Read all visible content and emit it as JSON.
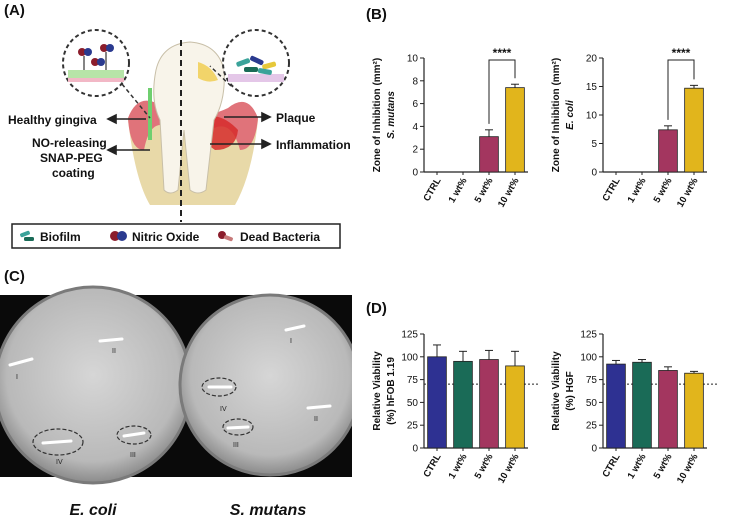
{
  "panels": {
    "a": "(A)",
    "b": "(B)",
    "c": "(C)",
    "d": "(D)"
  },
  "schematic": {
    "healthy_gingiva": "Healthy gingiva",
    "coating_line1": "NO-releasing",
    "coating_line2": "SNAP-PEG",
    "coating_line3": "coating",
    "plaque": "Plaque",
    "inflammation": "Inflammation",
    "legend": {
      "biofilm": "Biofilm",
      "nitric_oxide": "Nitric Oxide",
      "dead_bacteria": "Dead Bacteria"
    }
  },
  "plates": {
    "left_caption": "E. coli",
    "right_caption": "S. mutans",
    "left_marks": [
      "I",
      "II",
      "III",
      "IV"
    ],
    "right_marks": [
      "I",
      "II",
      "III",
      "IV"
    ]
  },
  "colors": {
    "ctrl": "#2e3192",
    "wt1": "#1a6b57",
    "wt5": "#a3365f",
    "wt10": "#e1b51c"
  },
  "chart_data": [
    {
      "type": "bar",
      "id": "b1",
      "categories": [
        "CTRL",
        "1 wt%",
        "5 wt%",
        "10 wt%"
      ],
      "values": [
        0,
        0,
        3.1,
        7.4
      ],
      "errors": [
        0,
        0,
        0.6,
        0.3
      ],
      "ylabel_line1": "Zone of Inhibition (mm²)",
      "ylabel_line2": "S. mutans",
      "ylim": [
        0,
        10
      ],
      "yticks": [
        0,
        2,
        4,
        6,
        8,
        10
      ],
      "significance": {
        "from": 2,
        "to": 3,
        "label": "****"
      }
    },
    {
      "type": "bar",
      "id": "b2",
      "categories": [
        "CTRL",
        "1 wt%",
        "5 wt%",
        "10 wt%"
      ],
      "values": [
        0,
        0,
        7.4,
        14.7
      ],
      "errors": [
        0,
        0,
        0.7,
        0.5
      ],
      "ylabel_line1": "Zone of Inhibition (mm²)",
      "ylabel_line2": "E. coli",
      "ylim": [
        0,
        20
      ],
      "yticks": [
        0,
        5,
        10,
        15,
        20
      ],
      "significance": {
        "from": 2,
        "to": 3,
        "label": "****"
      }
    },
    {
      "type": "bar",
      "id": "d1",
      "categories": [
        "CTRL",
        "1 wt%",
        "5 wt%",
        "10 wt%"
      ],
      "values": [
        100,
        95,
        97,
        90
      ],
      "errors": [
        13,
        11,
        10,
        16
      ],
      "ylabel_line1": "Relative Viability",
      "ylabel_line2": "(%) hFOB 1.19",
      "ylim": [
        0,
        125
      ],
      "yticks": [
        0,
        25,
        50,
        75,
        100,
        125
      ],
      "reference_line": 70
    },
    {
      "type": "bar",
      "id": "d2",
      "categories": [
        "CTRL",
        "1 wt%",
        "5 wt%",
        "10 wt%"
      ],
      "values": [
        92,
        94,
        85,
        82
      ],
      "errors": [
        4,
        3,
        4,
        2
      ],
      "ylabel_line1": "Relative Viability",
      "ylabel_line2": "(%) HGF",
      "ylim": [
        0,
        125
      ],
      "yticks": [
        0,
        25,
        50,
        75,
        100,
        125
      ],
      "reference_line": 70
    }
  ]
}
